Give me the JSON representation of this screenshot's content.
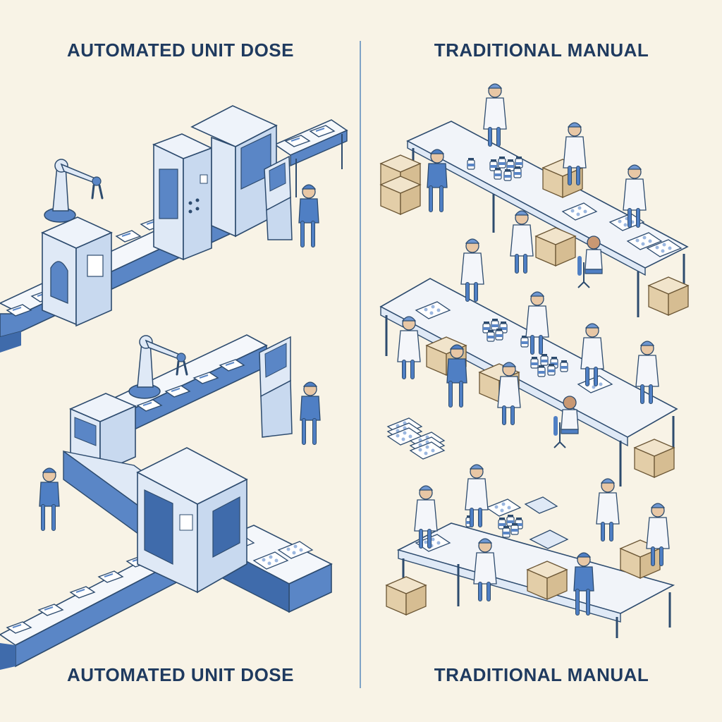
{
  "left_panel": {
    "title_top": "AUTOMATED UNIT DOSE",
    "title_bottom": "AUTOMATED UNIT DOSE"
  },
  "right_panel": {
    "title_top": "TRADITIONAL MANUAL",
    "title_bottom": "TRADITIONAL MANUAL"
  },
  "colors": {
    "background": "#f8f3e6",
    "title": "#1f3a5f",
    "machine_blue": "#5a86c6",
    "machine_light": "#dfe9f6",
    "outline": "#2d4b6e",
    "worker_blue": "#4f7fc4",
    "lab_coat": "#f4f6fa",
    "table_top": "#f1f4f9",
    "box_tan": "#e6d3b3"
  },
  "icons": [
    "robot-arm-icon",
    "conveyor-icon",
    "terminal-icon",
    "worker-icon",
    "cardboard-box-icon",
    "medicine-bottle-icon",
    "blister-pack-icon"
  ]
}
